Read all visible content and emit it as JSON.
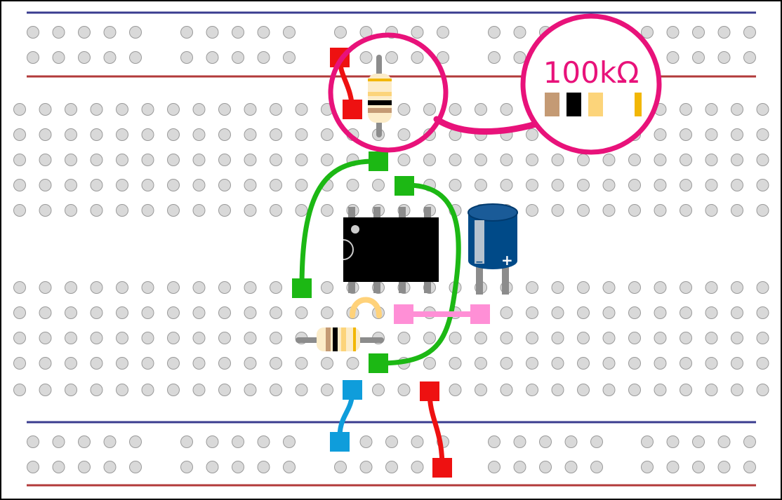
{
  "callout": {
    "resistance_label": "100kΩ",
    "band_colors": [
      "#c49a74",
      "#000000",
      "#fcd47a",
      "#f2b705"
    ]
  },
  "colors": {
    "rail_blue": "#3a3c8f",
    "rail_red": "#b23a3a",
    "hole": "#d9d9d9",
    "wire_green": "#1cb814",
    "wire_red": "#ee1111",
    "wire_blue": "#0f9ddb",
    "jumper_pink": "#ff8fd6",
    "jumper_yellow": "#ffd27a",
    "magnify_ring": "#e8127a",
    "capacitor_body": "#004a88",
    "ic_body": "#000000"
  },
  "components": {
    "ic": "8-pin-dip-ic",
    "capacitor": "electrolytic-capacitor",
    "capacitor_polarity_minus": "−",
    "capacitor_polarity_plus": "+",
    "resistors": [
      "top-resistor",
      "bottom-resistor"
    ]
  }
}
